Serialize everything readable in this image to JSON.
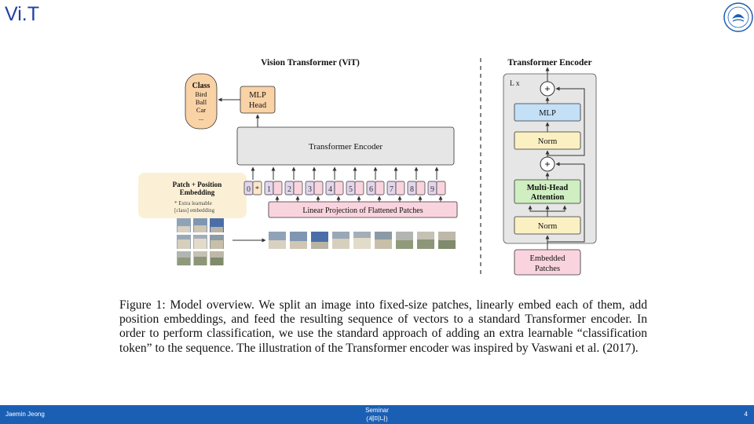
{
  "slide": {
    "title": "Vi.T"
  },
  "diagram": {
    "vit_title": "Vision Transformer (ViT)",
    "encoder_title": "Transformer Encoder",
    "class_box": {
      "heading": "Class",
      "items": [
        "Bird",
        "Ball",
        "Car",
        "..."
      ]
    },
    "mlp_head": [
      "MLP",
      "Head"
    ],
    "transformer_encoder_label": "Transformer Encoder",
    "patch_embed_box": {
      "line1": "Patch + Position",
      "line2": "Embedding",
      "note1": "* Extra learnable",
      "note2": "[class] embedding"
    },
    "tokens": [
      "0",
      "1",
      "2",
      "3",
      "4",
      "5",
      "6",
      "7",
      "8",
      "9"
    ],
    "star": "*",
    "linear_projection": "Linear Projection of Flattened Patches",
    "encoder_detail": {
      "lx": "L x",
      "plus": "+",
      "mlp": "MLP",
      "norm_top": "Norm",
      "mha": [
        "Multi-Head",
        "Attention"
      ],
      "norm_bottom": "Norm",
      "embedded": [
        "Embedded",
        "Patches"
      ]
    },
    "colors": {
      "mlp_orange": "#f9d2a6",
      "norm_yellow": "#fbf0c2",
      "mha_green": "#cfeec1",
      "mlp_blue": "#c4e0f7",
      "proj_pink": "#f9d4de",
      "embed_beige": "#fbf0d6",
      "encoder_gray": "#e6e6e6"
    }
  },
  "caption": "Figure 1: Model overview. We split an image into fixed-size patches, linearly embed each of them, add position embeddings, and feed the resulting sequence of vectors to a standard Transformer encoder. In order to perform classification, we use the standard approach of adding an extra learnable “classification token” to the sequence. The illustration of the Transformer encoder was inspired by Vaswani et al. (2017).",
  "footer": {
    "author": "Jaemin Jeong",
    "center_line1": "Seminar",
    "center_line2": "(세미나)",
    "page": "4"
  }
}
